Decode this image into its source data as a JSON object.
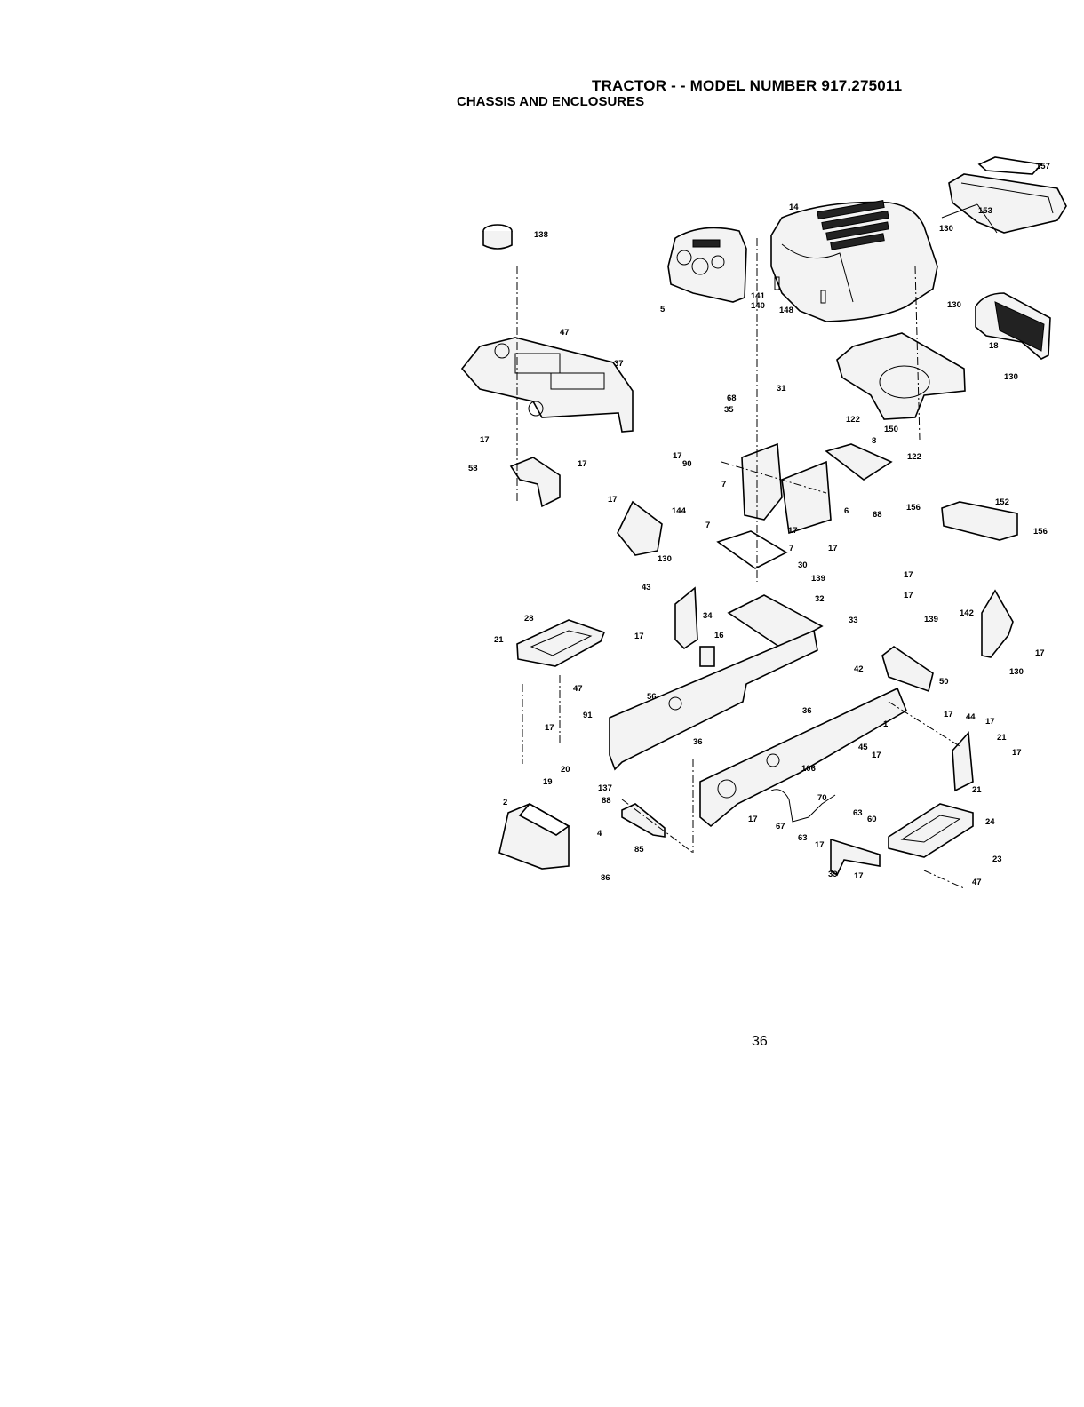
{
  "header": {
    "title": "TRACTOR - - MODEL NUMBER 917.275011",
    "subtitle": "CHASSIS AND ENCLOSURES"
  },
  "footer": {
    "page_number": "36"
  },
  "colors": {
    "ink": "#000000",
    "paper": "#ffffff",
    "part_fill": "#f3f3f3"
  },
  "callouts": [
    "157",
    "153",
    "130",
    "14",
    "141",
    "140",
    "148",
    "5",
    "138",
    "47",
    "37",
    "130",
    "18",
    "130",
    "68",
    "31",
    "35",
    "122",
    "150",
    "122",
    "17",
    "58",
    "17",
    "17",
    "90",
    "8",
    "7",
    "6",
    "68",
    "17",
    "144",
    "7",
    "17",
    "7",
    "17",
    "30",
    "130",
    "156",
    "152",
    "156",
    "139",
    "17",
    "32",
    "17",
    "33",
    "139",
    "43",
    "28",
    "21",
    "34",
    "16",
    "17",
    "142",
    "17",
    "130",
    "42",
    "56",
    "50",
    "47",
    "17",
    "36",
    "91",
    "36",
    "17",
    "1",
    "44",
    "17",
    "21",
    "17",
    "21",
    "20",
    "19",
    "45",
    "17",
    "106",
    "70",
    "137",
    "88",
    "17",
    "67",
    "63",
    "60",
    "63",
    "17",
    "2",
    "4",
    "85",
    "24",
    "23",
    "86",
    "39",
    "17",
    "47"
  ]
}
